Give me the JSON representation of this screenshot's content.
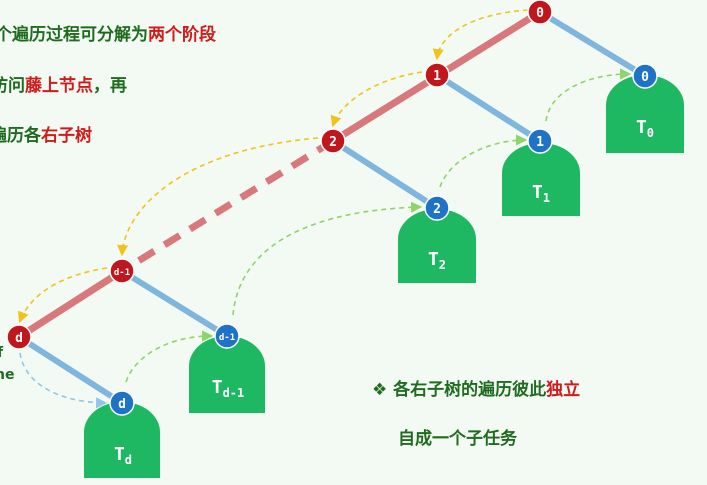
{
  "text_left": {
    "line1": {
      "prefix": "个遍历过程可分解为",
      "highlight": "两个阶段"
    },
    "line2": {
      "prefix": "访问",
      "highlight": "藤上节点",
      "suffix": "，再"
    },
    "line3": {
      "prefix": "遍历各",
      "highlight": "右子树"
    },
    "frag_a": "f",
    "frag_b": "ne"
  },
  "note": {
    "bullet": "❖",
    "line1_prefix": "各右子树的遍历彼此",
    "line1_highlight": "独立",
    "line2": "自成一个子任务"
  },
  "vine_nodes": [
    "0",
    "1",
    "2",
    "d-1",
    "d"
  ],
  "right_nodes": [
    "0",
    "1",
    "2",
    "d-1",
    "d"
  ],
  "subtrees": [
    {
      "base": "T",
      "sub": "0"
    },
    {
      "base": "T",
      "sub": "1"
    },
    {
      "base": "T",
      "sub": "2"
    },
    {
      "base": "T",
      "sub": "d-1"
    },
    {
      "base": "T",
      "sub": "d"
    }
  ],
  "colors": {
    "vine": "#d9787a",
    "branch": "#7eb6de",
    "vine_node": "#c0161e",
    "right_node": "#1e73c6",
    "subtree": "#1fb862",
    "arrow_up": "#f3c21a",
    "arrow_green": "#8fd46a",
    "arrow_blue": "#8fc6ea",
    "text_green": "#1f6b1f",
    "text_red": "#d11a1a"
  }
}
